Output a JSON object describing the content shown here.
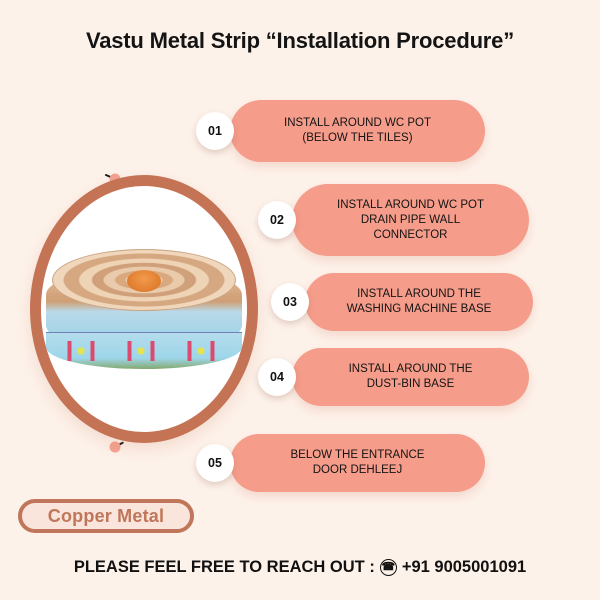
{
  "page": {
    "title": "Vastu Metal Strip “Installation Procedure”",
    "background_color": "#FDF2EA",
    "accent_color": "#F59C8A",
    "copper_color": "#C57355"
  },
  "product": {
    "image_alt": "copper-metal-strip-roll",
    "badge_label": "Copper Metal"
  },
  "steps": [
    {
      "number": "01",
      "line1": "INSTALL AROUND WC POT",
      "line2": "(BELOW THE TILES)",
      "line3": ""
    },
    {
      "number": "02",
      "line1": "INSTALL AROUND WC POT",
      "line2": "DRAIN PIPE WALL",
      "line3": "CONNECTOR"
    },
    {
      "number": "03",
      "line1": "INSTALL AROUND THE",
      "line2": "WASHING MACHINE BASE",
      "line3": ""
    },
    {
      "number": "04",
      "line1": "INSTALL AROUND THE",
      "line2": "DUST-BIN BASE",
      "line3": ""
    },
    {
      "number": "05",
      "line1": "BELOW THE ENTRANCE",
      "line2": "DOOR DEHLEEJ",
      "line3": ""
    }
  ],
  "footer": {
    "cta_text": "PLEASE FEEL FREE TO REACH OUT :",
    "phone_icon": "phone-in-circle-icon",
    "phone_number": "+91 9005001091"
  }
}
